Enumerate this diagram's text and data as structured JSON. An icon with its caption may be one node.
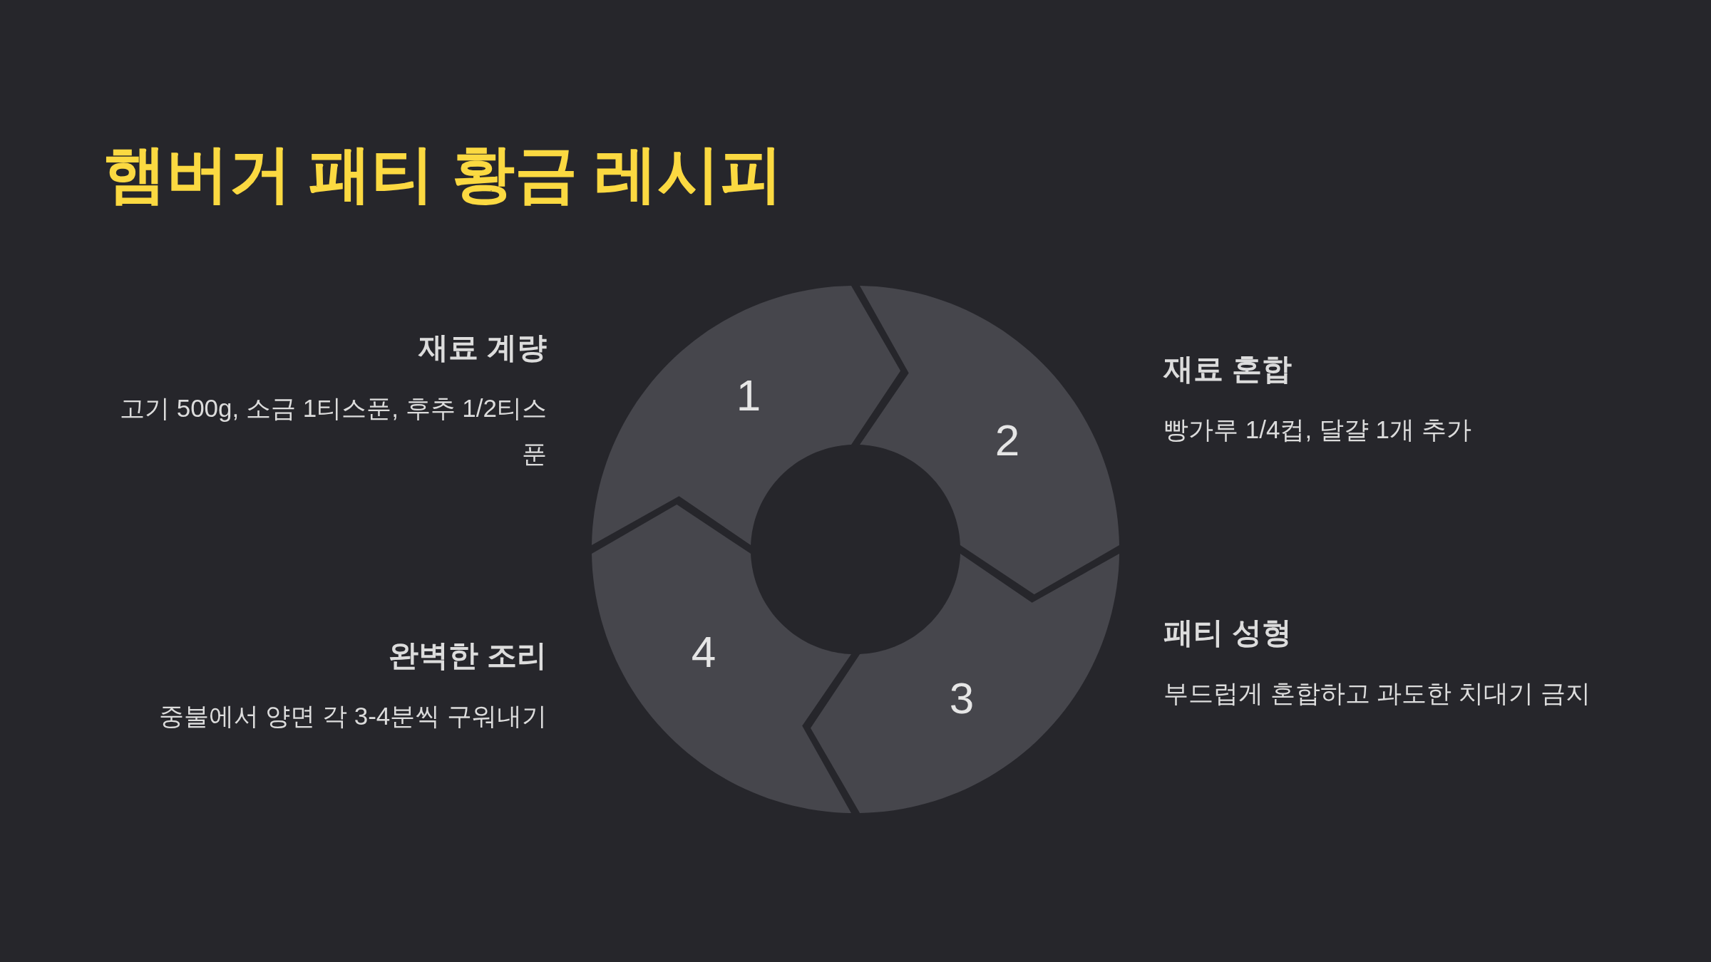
{
  "diagram": {
    "title": "햄버거 패티 황금 레시피",
    "nodes": [
      {
        "text": [
          "1"
        ],
        "beside": [
          "재료 계량",
          "고기 500g, 소금 1티스푼, 후추 1/2티스푼"
        ]
      },
      {
        "text": [
          "2"
        ],
        "beside": [
          "재료 혼합",
          "빵가루 1/4컵, 달걀 1개 추가"
        ]
      },
      {
        "text": [
          "3"
        ],
        "beside": [
          "패티 성형",
          "부드럽게 혼합하고 과도한 치대기 금지"
        ]
      },
      {
        "text": [
          "4"
        ],
        "beside": [
          "완벽한 조리",
          "중불에서 양면 각 3-4분씩 구워내기"
        ]
      }
    ],
    "edges": []
  }
}
